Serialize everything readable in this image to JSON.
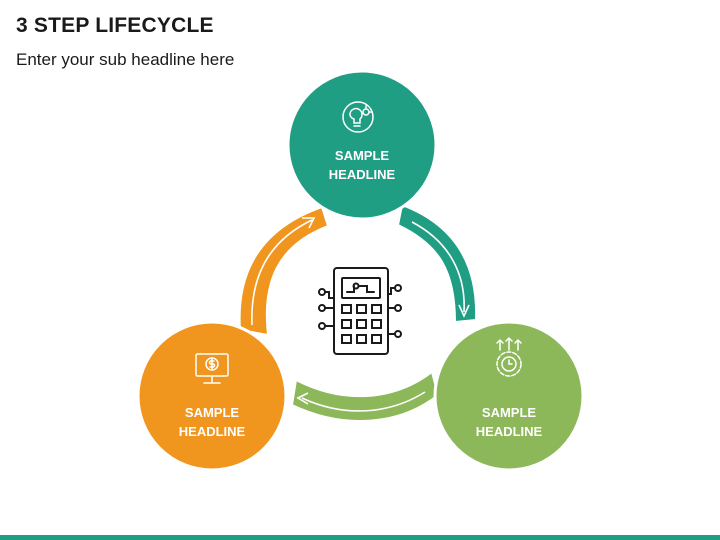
{
  "slide": {
    "title": "3 STEP LIFECYCLE",
    "subtitle": "Enter your sub headline here"
  },
  "steps": [
    {
      "line1": "SAMPLE",
      "line2": "HEADLINE",
      "color": "#1f9e84",
      "icon": "bulb-gear-icon"
    },
    {
      "line1": "SAMPLE",
      "line2": "HEADLINE",
      "color": "#8cb85a",
      "icon": "gear-clock-arrows-icon"
    },
    {
      "line1": "SAMPLE",
      "line2": "HEADLINE",
      "color": "#f0961e",
      "icon": "dollar-monitor-icon"
    }
  ],
  "center": {
    "icon": "circuit-chip-icon"
  },
  "theme": {
    "bar_color": "#1f9e84",
    "outline": "#1a1a1a"
  }
}
